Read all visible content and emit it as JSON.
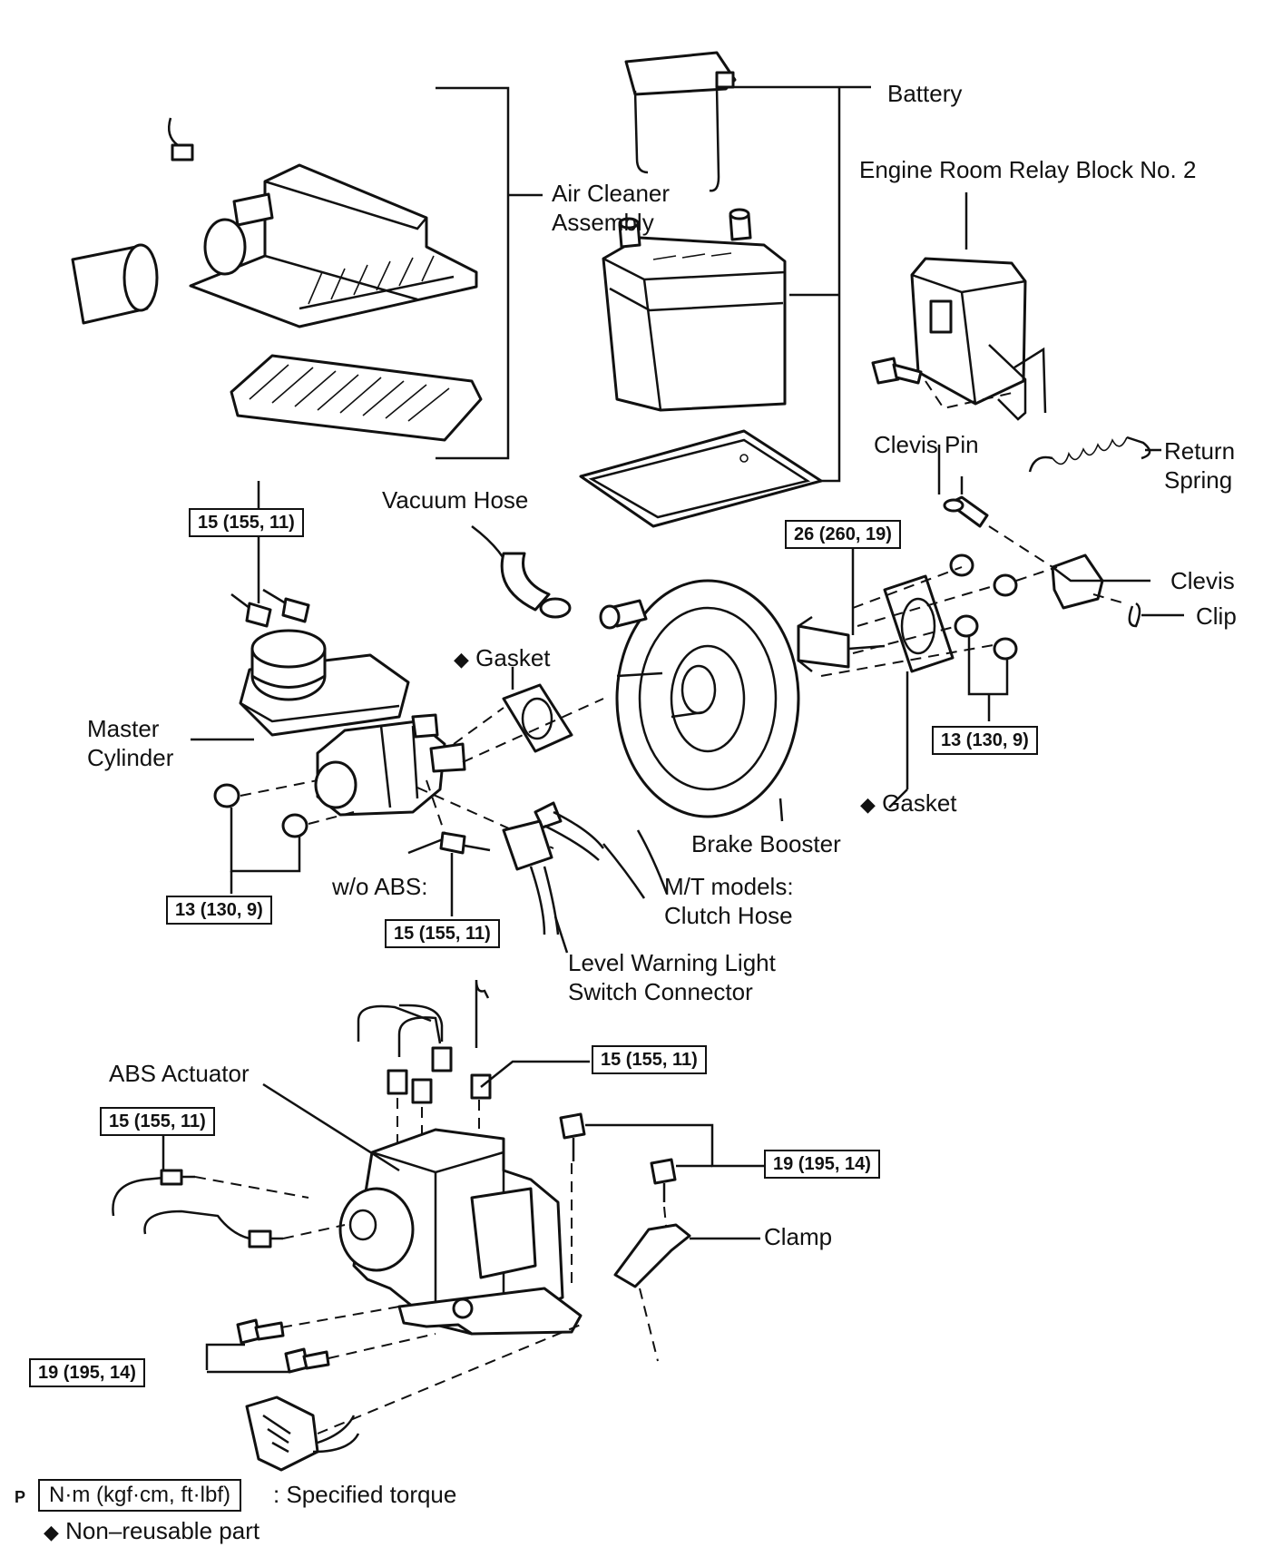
{
  "labels": {
    "battery": "Battery",
    "relay_block": "Engine Room Relay Block No. 2",
    "air_cleaner_1": "Air Cleaner",
    "air_cleaner_2": "Assembly",
    "clevis_pin": "Clevis Pin",
    "return_spring_1": "Return",
    "return_spring_2": "Spring",
    "vacuum_hose": "Vacuum Hose",
    "clevis": "Clevis",
    "clip": "Clip",
    "gasket": "Gasket",
    "master_cyl_1": "Master",
    "master_cyl_2": "Cylinder",
    "brake_booster": "Brake Booster",
    "wo_abs": "w/o ABS:",
    "mt_1": "M/T models:",
    "mt_2": "Clutch Hose",
    "level_1": "Level  Warning  Light",
    "level_2": "Switch Connector",
    "abs_actuator": "ABS Actuator",
    "clamp": "Clamp"
  },
  "torques": {
    "t15": "15 (155, 11)",
    "t26": "26 (260, 19)",
    "t13": "13 (130, 9)",
    "t19": "19 (195, 14)"
  },
  "legend": {
    "marker": "P",
    "unit": "N·m (kgf·cm, ft·lbf)",
    "unit_desc": ": Specified torque",
    "diamond": "◆",
    "nonreusable": "Non–reusable part"
  }
}
